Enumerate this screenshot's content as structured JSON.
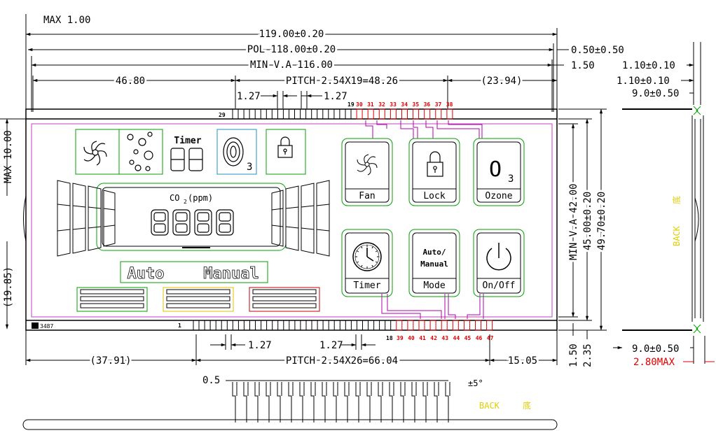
{
  "dimensions": {
    "max_top": "MAX 1.00",
    "overall_length": "119.00±0.20",
    "pol_length": "POL 118.00±0.20",
    "view_area_width": "MIN V.A 116.00",
    "left_offset_top": "46.80",
    "pitch_top": "PITCH 2.54X19=48.26",
    "right_offset_top": "(23.94)",
    "pin_spacing_top_a": "1.27",
    "pin_spacing_top_b": "1.27",
    "pol_offset": "0.50±0.50",
    "va_offset": "1.50",
    "side_thick_a": "1.10±0.10",
    "side_thick_b": "1.10±0.10",
    "pin_length_top": "9.0±0.50",
    "max_height_left": "MAX 10.00",
    "left_height_bottom": "(19.85)",
    "view_area_height": "MIN V.A 42.00",
    "pol_height": "45.00±0.20",
    "overall_height": "49.70±0.20",
    "pin_spacing_bottom_a": "1.27",
    "pin_spacing_bottom_b": "1.27",
    "left_offset_bottom": "(37.91)",
    "pitch_bottom": "PITCH 2.54X26=66.04",
    "right_offset_bottom": "15.05",
    "bottom_offset_a": "1.50",
    "bottom_offset_b": "2.35",
    "pin_length_bottom": "9.0±0.50",
    "thickness_max": "2.80MAX",
    "pin_width": "0.5",
    "pin_angle": "±5°"
  },
  "pins": {
    "top_first": "29",
    "top_last_black": "19",
    "top_red": [
      "30",
      "31",
      "32",
      "33",
      "34",
      "35",
      "36",
      "37",
      "38"
    ],
    "bottom_first": "1",
    "bottom_last_black": "18",
    "bottom_red": [
      "39",
      "40",
      "41",
      "42",
      "43",
      "44",
      "45",
      "46",
      "47"
    ]
  },
  "display": {
    "part_code": "3487",
    "timer_label": "Timer",
    "co2_label": "CO",
    "co2_sub": "2",
    "co2_unit": "(ppm)",
    "o3_letter": "O",
    "o3_sub": "3",
    "auto_label": "Auto",
    "manual_label": "Manual"
  },
  "buttons": {
    "fan": "Fan",
    "lock": "Lock",
    "ozone": "Ozone",
    "ozone_o": "O",
    "ozone_sub": "3",
    "timer": "Timer",
    "mode_top": "Auto/",
    "mode_mid": "Manual",
    "mode": "Mode",
    "onoff": "On/Off"
  },
  "back_label": "BACK",
  "back_cn": "底",
  "colors": {
    "dim_line": "#000000",
    "panel_outline": "#000000",
    "pin_red": "#e00000",
    "segment_green": "#00a000",
    "wiring_magenta": "#b000b0",
    "back_yellow": "#e0d000",
    "ozone_blue": "#2090c0",
    "bar_yellow": "#e0c000",
    "bar_red": "#c00000"
  }
}
